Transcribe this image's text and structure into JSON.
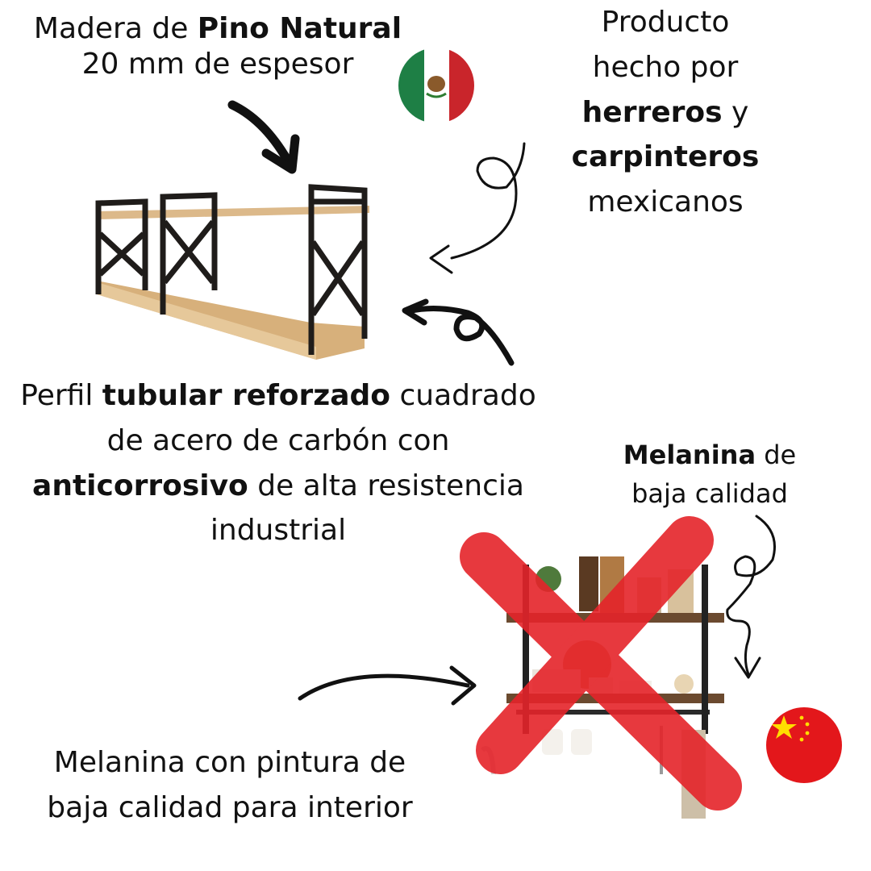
{
  "block_pine": {
    "prefix": "Madera de ",
    "bold": "Pino Natural",
    "line2": "20 mm de espesor"
  },
  "block_makers": {
    "line1": "Producto",
    "line2": "hecho por",
    "bold1": "herreros",
    "conj": " y",
    "bold2": "carpinteros",
    "line5": "mexicanos"
  },
  "block_profile": {
    "prefix": "Perfil ",
    "bold1": "tubular reforzado",
    "suffix1": " cuadrado",
    "line2": "de acero de carbón con",
    "bold2": "anticorrosivo",
    "suffix2": " de alta resistencia",
    "line4": "industrial"
  },
  "block_melamine": {
    "bold": "Melanina",
    "suffix": " de",
    "line2": "baja calidad"
  },
  "block_paint": {
    "line1": "Melanina con pintura de",
    "line2": "baja calidad para interior"
  },
  "colors": {
    "mexico_green": "#1e7f45",
    "mexico_red": "#c9252b",
    "china_red": "#e3171b",
    "china_yellow": "#ffdd00",
    "cross_red": "#e5242a",
    "wood": "#dcb98a",
    "steel": "#1f1c1a"
  },
  "icons": [
    "mexico-flag-icon",
    "china-flag-icon",
    "arrow-icon",
    "red-cross-icon"
  ]
}
